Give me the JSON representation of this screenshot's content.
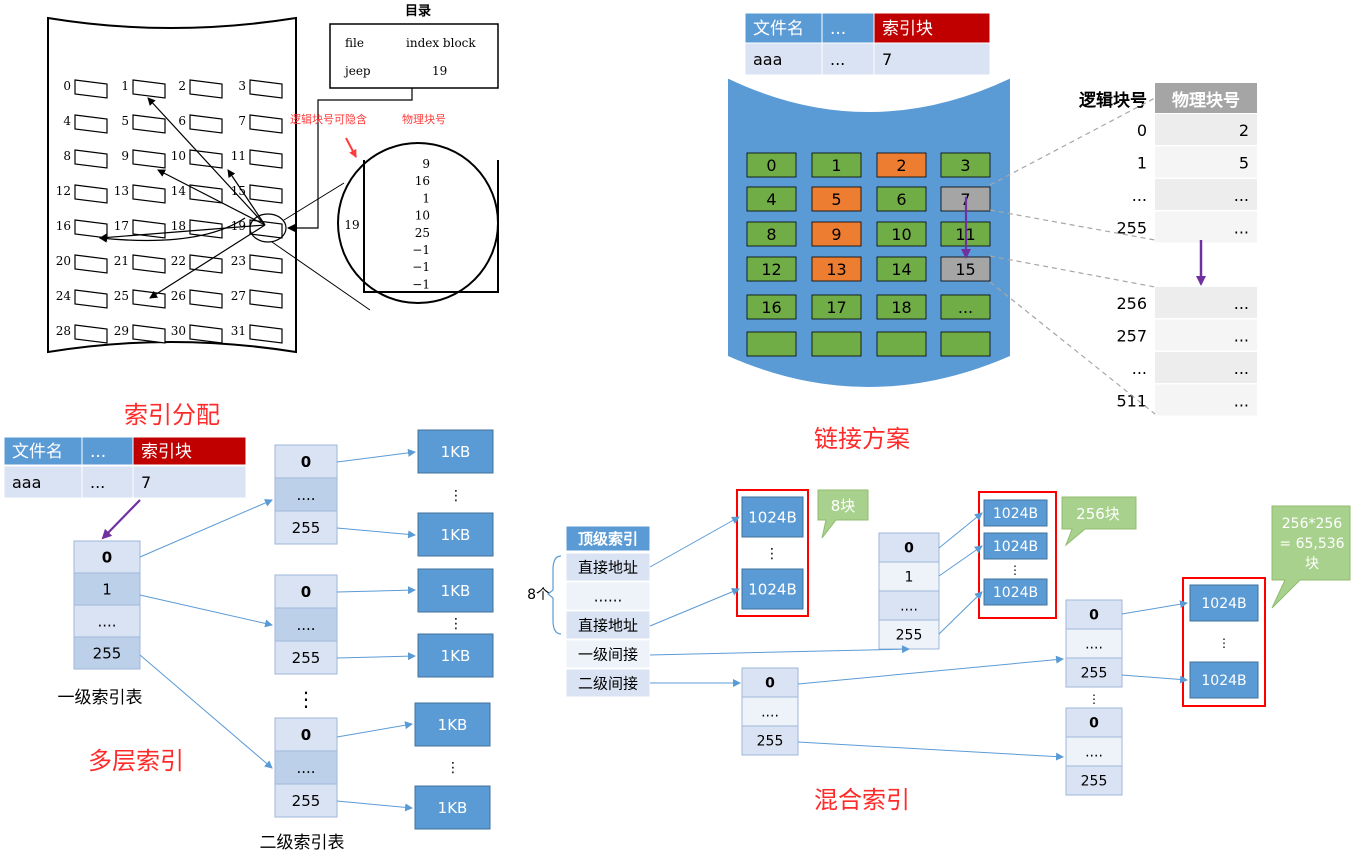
{
  "titles": {
    "index_alloc": "索引分配",
    "linked": "链接方案",
    "multilevel": "多层索引",
    "combined": "混合索引"
  },
  "disk": {
    "blocks": [
      "0",
      "1",
      "2",
      "3",
      "4",
      "5",
      "6",
      "7",
      "8",
      "9",
      "10",
      "11",
      "12",
      "13",
      "14",
      "15",
      "16",
      "17",
      "18",
      "19",
      "20",
      "21",
      "22",
      "23",
      "24",
      "25",
      "26",
      "27",
      "28",
      "29",
      "30",
      "31"
    ],
    "directory": {
      "title": "目录",
      "col_file": "file",
      "col_index": "index block",
      "row_file": "jeep",
      "row_index": "19"
    },
    "note_logical_hidden": "逻辑块号可隐含",
    "note_physical": "物理块号",
    "circle_block": "19",
    "circle_values": [
      "9",
      "16",
      "1",
      "10",
      "25",
      "−1",
      "−1",
      "−1"
    ]
  },
  "top_table": {
    "header": [
      "文件名",
      "...",
      "索引块"
    ],
    "row": [
      "aaa",
      "...",
      "7"
    ]
  },
  "cylinder": {
    "rows": [
      [
        "0",
        "1",
        "2",
        "3"
      ],
      [
        "4",
        "5",
        "6",
        "7"
      ],
      [
        "8",
        "9",
        "10",
        "11"
      ],
      [
        "12",
        "13",
        "14",
        "15"
      ],
      [
        "16",
        "17",
        "18",
        "..."
      ],
      [
        "",
        "",
        "",
        ""
      ]
    ],
    "orange": [
      "2",
      "5",
      "9",
      "13"
    ],
    "gray": [
      "7",
      "15"
    ]
  },
  "map_table": {
    "header_logical": "逻辑块号",
    "header_physical": "物理块号",
    "rows1": [
      [
        "0",
        "2"
      ],
      [
        "1",
        "5"
      ],
      [
        "...",
        "..."
      ],
      [
        "255",
        "..."
      ]
    ],
    "rows2": [
      [
        "256",
        "..."
      ],
      [
        "257",
        "..."
      ],
      [
        "...",
        "..."
      ],
      [
        "511",
        "..."
      ]
    ]
  },
  "multilevel": {
    "table": {
      "header": [
        "文件名",
        "...",
        "索引块"
      ],
      "row": [
        "aaa",
        "...",
        "7"
      ]
    },
    "l1_cells": [
      "0",
      "1",
      "....",
      "255"
    ],
    "l1_label": "一级索引表",
    "l2_groups": [
      [
        "0",
        "....",
        "255"
      ],
      [
        "0",
        "....",
        "255"
      ],
      [
        "0",
        "....",
        "255"
      ]
    ],
    "l2_label": "二级索引表",
    "blocks": [
      "1KB",
      "1KB",
      "1KB",
      "1KB",
      "1KB",
      "1KB"
    ],
    "dots": "⋮"
  },
  "combined": {
    "top_header": "顶级索引",
    "entries": [
      "直接地址",
      "......",
      "直接地址",
      "一级间接",
      "二级间接"
    ],
    "count_label": "8个",
    "direct_blocks": [
      "1024B",
      "1024B"
    ],
    "callout_8": "8块",
    "single_index": [
      "0",
      "1",
      "....",
      "255"
    ],
    "single_blocks": [
      "1024B",
      "1024B",
      "1024B"
    ],
    "callout_256": "256块",
    "double_top": [
      "0",
      "....",
      "255"
    ],
    "double_mid1": [
      "0",
      "....",
      "255"
    ],
    "double_mid2": [
      "0",
      "....",
      "255"
    ],
    "double_blocks": [
      "1024B",
      "1024B"
    ],
    "callout_total": [
      "256*256",
      "= 65,536",
      "块"
    ]
  }
}
